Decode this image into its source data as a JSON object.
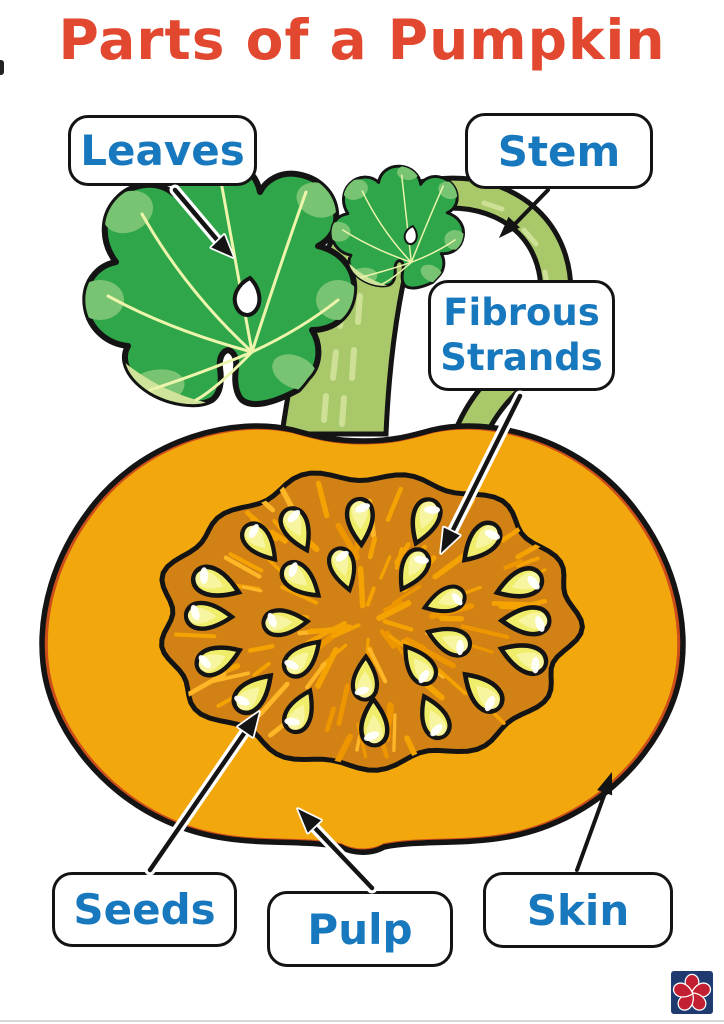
{
  "title": "Parts of a Pumpkin",
  "labels": {
    "leaves": {
      "text": "Leaves"
    },
    "stem": {
      "text": "Stem"
    },
    "fibrous": {
      "line1": "Fibrous",
      "line2": "Strands"
    },
    "seeds": {
      "text": "Seeds"
    },
    "pulp": {
      "text": "Pulp"
    },
    "skin": {
      "text": "Skin"
    }
  },
  "icons": {
    "logo": "flower-logo"
  },
  "colors": {
    "title": "#E2482F",
    "label_text": "#1878BE",
    "outline": "#141414",
    "flesh": "#F2A80D",
    "rim": "#CC4E1A",
    "cavity": "#D28214",
    "strand": "#F5A302",
    "seed": "#F0ED6B",
    "seed_light": "#F8F5A0",
    "leaf": "#2FA64A",
    "leaf_light": "#79C472",
    "leaf_pale": "#CFE49A",
    "leaf_vein": "#EDF5AC",
    "stem": "#A9C86A",
    "stem_light": "#CDE096",
    "logo_bg": "#1E3A6E",
    "logo_flower": "#C22032"
  }
}
